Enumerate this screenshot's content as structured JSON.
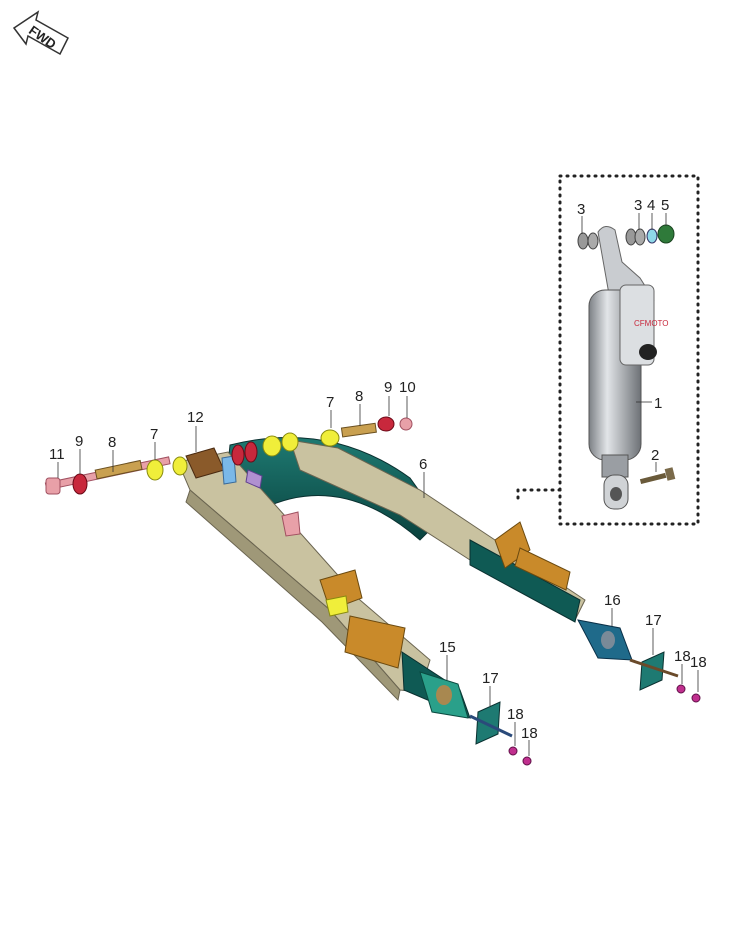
{
  "fwd_label": "FWD",
  "callouts": {
    "c1": "1",
    "c2": "2",
    "c3a": "3",
    "c3b": "3",
    "c4": "4",
    "c5": "5",
    "c6": "6",
    "c7a": "7",
    "c7b": "7",
    "c8a": "8",
    "c8b": "8",
    "c9a": "9",
    "c9b": "9",
    "c10": "10",
    "c11": "11",
    "c12": "12",
    "c15": "15",
    "c16": "16",
    "c17a": "17",
    "c17b": "17",
    "c18a": "18",
    "c18b": "18",
    "c18c": "18",
    "c18d": "18"
  },
  "colors": {
    "arm_khaki": "#c9c2a0",
    "arm_teal": "#0f5a54",
    "bracket_orange": "#c98a2a",
    "bushing_yellow": "#f0ee3a",
    "washer_red": "#c8283c",
    "bolt_pink": "#e8a0a8",
    "shock_silver": "#b8bcc0",
    "adjuster_blue": "#1f6a8a",
    "nut_magenta": "#c02f8e"
  }
}
